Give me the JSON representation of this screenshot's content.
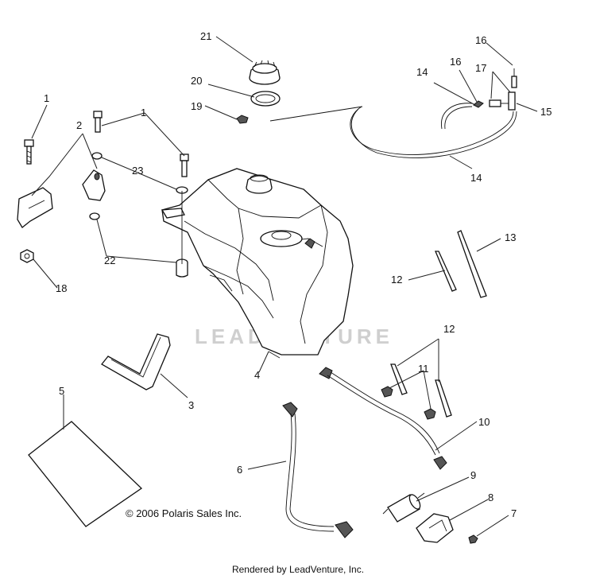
{
  "callouts": {
    "c1a": "1",
    "c1b": "1",
    "c2": "2",
    "c3": "3",
    "c4": "4",
    "c5": "5",
    "c6": "6",
    "c7": "7",
    "c8": "8",
    "c9": "9",
    "c10": "10",
    "c11": "11",
    "c12a": "12",
    "c12b": "12",
    "c13": "13",
    "c14a": "14",
    "c14b": "14",
    "c15": "15",
    "c16a": "16",
    "c16b": "16",
    "c17": "17",
    "c18": "18",
    "c19": "19",
    "c20": "20",
    "c21": "21",
    "c22": "22",
    "c23": "23"
  },
  "watermark": "LEADVENTURE",
  "copyright": "© 2006 Polaris Sales Inc.",
  "footer": "Rendered by LeadVenture, Inc."
}
